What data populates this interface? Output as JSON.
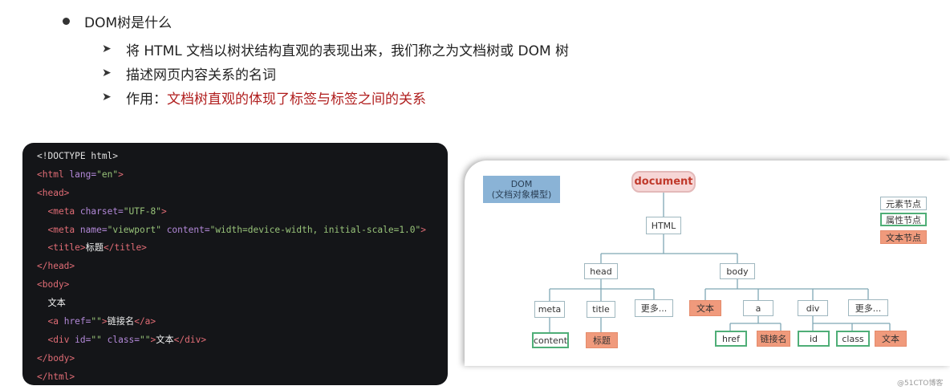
{
  "bullets": {
    "main": "DOM树是什么",
    "sub1": "将 HTML 文档以树状结构直观的表现出来，我们称之为文档树或 DOM 树",
    "sub2": "描述网页内容关系的名词",
    "sub3_prefix": "作用：",
    "sub3_highlight": "文档树直观的体现了标签与标签之间的关系"
  },
  "code": {
    "doctype": "<!DOCTYPE html>",
    "html_open": "<html",
    "lang_attr": " lang=",
    "lang_val": "\"en\"",
    "close_bracket": ">",
    "head_open": "<head>",
    "meta1_open": "<meta",
    "charset_attr": " charset=",
    "charset_val": "\"UTF-8\"",
    "meta2_open": "<meta",
    "name_attr": " name=",
    "name_val": "\"viewport\"",
    "content_attr": " content=",
    "content_val": "\"width=device-width, initial-scale=1.0\"",
    "title_open": "<title>",
    "title_text": "标题",
    "title_close": "</title>",
    "head_close": "</head>",
    "body_open": "<body>",
    "body_text": "文本",
    "a_open": "<a",
    "href_attr": " href=",
    "href_val": "\"\"",
    "a_text": "链接名",
    "a_close": "</a>",
    "div_open": "<div",
    "id_attr": " id=",
    "id_val": "\"\"",
    "class_attr": " class=",
    "class_val": "\"\"",
    "div_text": "文本",
    "div_close": "</div>",
    "body_close": "</body>",
    "html_close": "</html>"
  },
  "diagram": {
    "dom_label_line1": "DOM",
    "dom_label_line2": "(文档对象模型)",
    "document": "document",
    "html": "HTML",
    "head": "head",
    "body": "body",
    "meta": "meta",
    "title": "title",
    "more1": "更多...",
    "content": "content",
    "title_text": "标题",
    "text1": "文本",
    "a": "a",
    "div": "div",
    "more2": "更多...",
    "href": "href",
    "link_name": "链接名",
    "id": "id",
    "class": "class",
    "text2": "文本",
    "legend_element": "元素节点",
    "legend_attr": "属性节点",
    "legend_text": "文本节点",
    "colors": {
      "element_border": "#9fb7bf",
      "attr_border": "#4fae77",
      "text_fill": "#f09a7c"
    }
  },
  "watermark": "@51CTO博客"
}
